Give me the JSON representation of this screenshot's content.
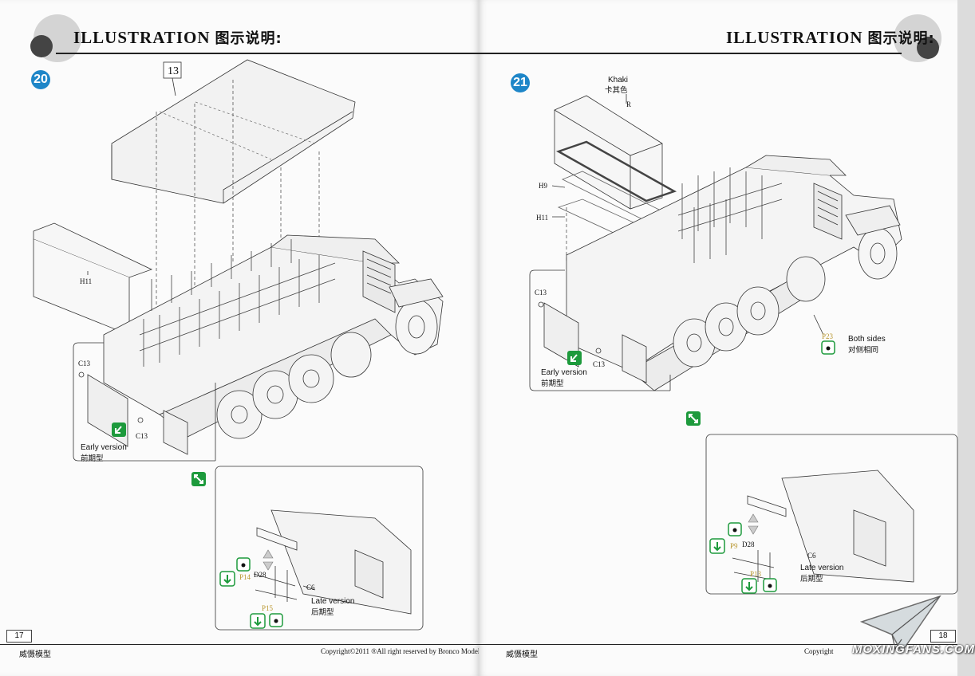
{
  "pages": [
    {
      "header_en": "ILLUSTRATION",
      "header_zh": "图示说明:",
      "step": "20",
      "page_number": "17",
      "footer_brand": "威慑模型",
      "copyright": "Copyright©2011  ®All right reserved by Bronco Models",
      "labels": {
        "part_box": "13",
        "h11": "H11",
        "c13_a": "C13",
        "c13_b": "C13",
        "early_en": "Early version",
        "early_zh": "前期型",
        "d28": "D28",
        "p14": "P14",
        "p15": "P15",
        "c6": "C6",
        "late_en": "Late version",
        "late_zh": "后期型"
      }
    },
    {
      "header_en": "ILLUSTRATION",
      "header_zh": "图示说明:",
      "step": "21",
      "page_number": "18",
      "footer_brand": "威慑模型",
      "copyright": "Copyright",
      "labels": {
        "khaki_en": "Khaki",
        "khaki_zh": "卡其色",
        "r": "R",
        "h9": "H9",
        "h11": "H11",
        "c13_a": "C13",
        "c13_b": "C13",
        "early_en": "Early version",
        "early_zh": "前期型",
        "p23": "P23",
        "both_en": "Both sides",
        "both_zh": "对侧相同",
        "p9": "P9",
        "d28": "D28",
        "p13": "P13",
        "c6": "C6",
        "late_en": "Late version",
        "late_zh": "后期型"
      }
    }
  ],
  "watermark": "MOXINGFANS.COM",
  "colors": {
    "step_badge": "#1e86c8",
    "icon_green": "#1d9a3c",
    "part_number_yellow": "#b8962e",
    "line_art": "#333333"
  },
  "icons": [
    "numbered-step-badge",
    "green-arrow-icon",
    "green-swap-arrow-icon",
    "glue-drop-icon",
    "press-down-icon",
    "flip-icon"
  ]
}
